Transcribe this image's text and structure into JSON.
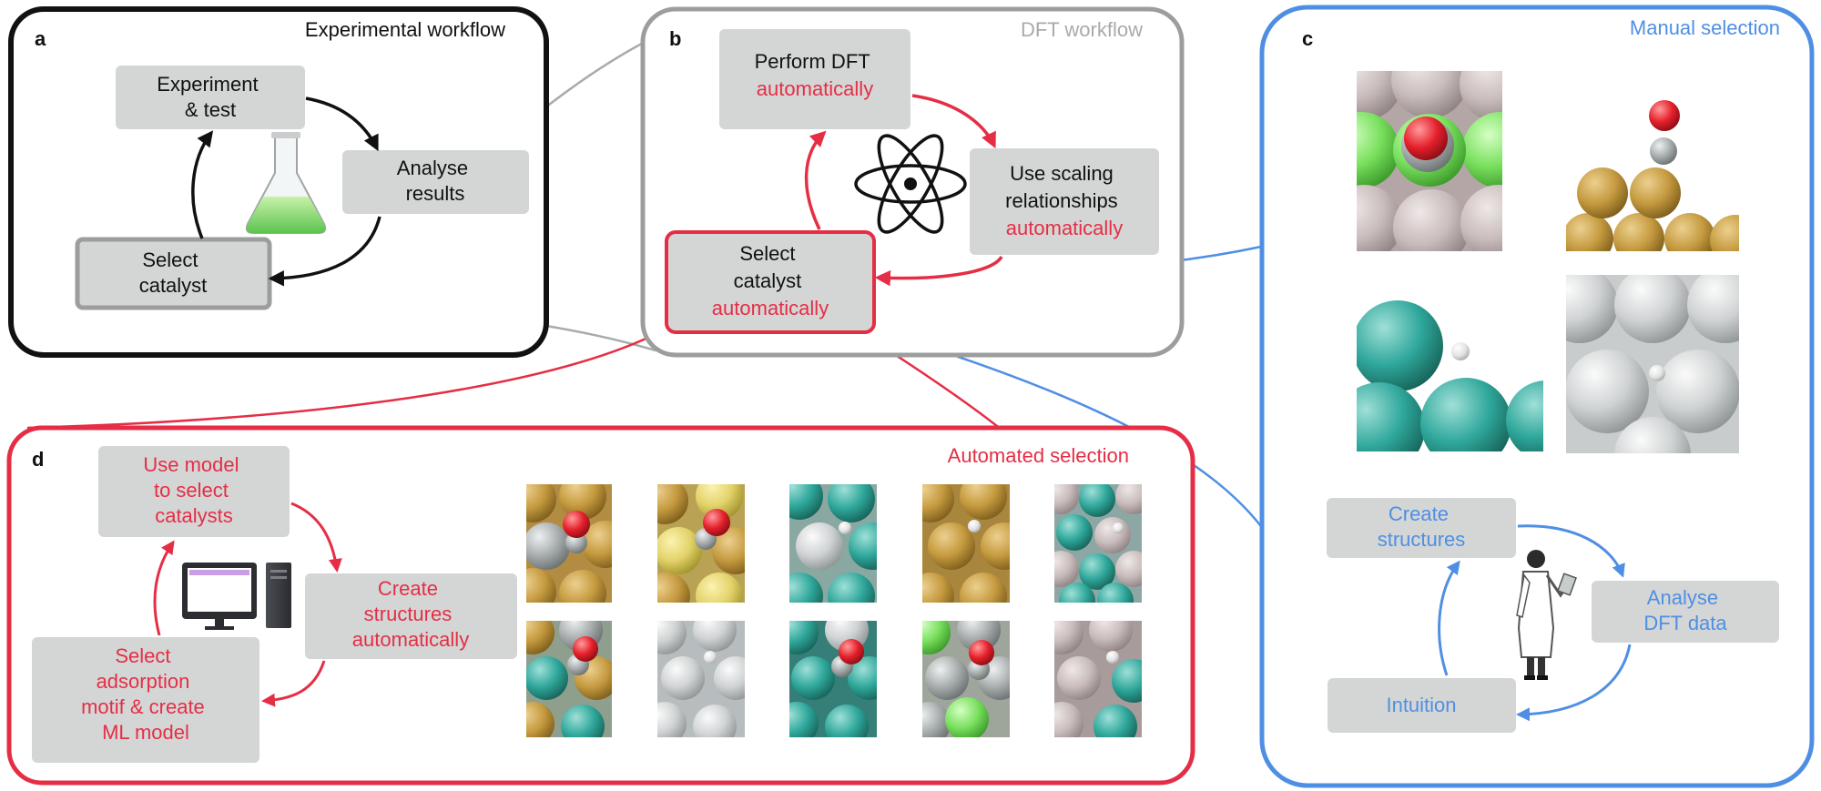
{
  "panels": {
    "a": {
      "letter": "a",
      "title": "Experimental workflow",
      "nodes": {
        "experiment": [
          "Experiment",
          "& test"
        ],
        "analyse": [
          "Analyse",
          "results"
        ],
        "select": [
          "Select",
          "catalyst"
        ]
      },
      "colors": {
        "border": "#111111",
        "arrow": "#111111",
        "node": "#d4d6d6"
      }
    },
    "b": {
      "letter": "b",
      "title": "DFT workflow",
      "nodes": {
        "perform": {
          "lines": [
            "Perform DFT"
          ],
          "highlight": "automatically"
        },
        "scaling": {
          "lines": [
            "Use scaling",
            "relationships"
          ],
          "highlight": "automatically"
        },
        "select": {
          "lines": [
            "Select",
            "catalyst"
          ],
          "highlight": "automatically"
        }
      },
      "colors": {
        "border": "#9c9e9e",
        "arrow": "#e52e45",
        "highlight": "#e52e45"
      }
    },
    "c": {
      "letter": "c",
      "title": "Manual selection",
      "nodes": {
        "create": [
          "Create",
          "structures"
        ],
        "analyse": [
          "Analyse",
          "DFT data"
        ],
        "intuition": [
          "Intuition"
        ]
      },
      "colors": {
        "border": "#4f8fe3",
        "text": "#4f8fe3"
      }
    },
    "d": {
      "letter": "d",
      "title": "Automated selection",
      "nodes": {
        "model": [
          "Use model",
          "to select",
          "catalysts"
        ],
        "create": [
          "Create",
          "structures",
          "automatically"
        ],
        "select": [
          "Select",
          "adsorption",
          "motif & create",
          "ML model"
        ]
      },
      "colors": {
        "border": "#e52e45",
        "text": "#e52e45"
      }
    }
  }
}
